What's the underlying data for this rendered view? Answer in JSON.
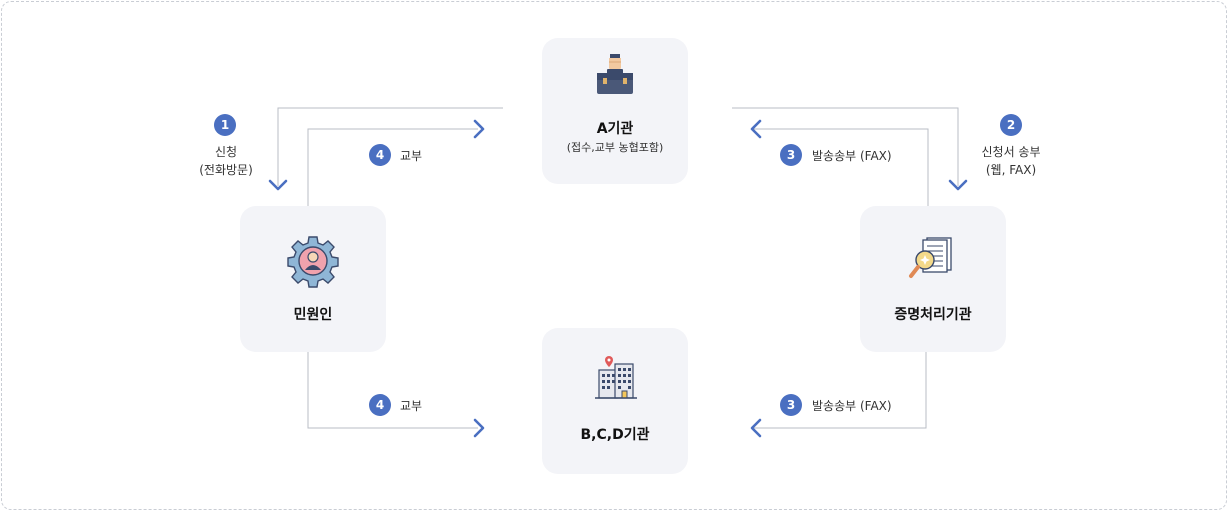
{
  "nodes": {
    "agency_a": {
      "title": "A기관",
      "subtitle": "(접수,교부 농협포함)",
      "icon": "briefcase-icon"
    },
    "civil": {
      "title": "민원인",
      "icon": "gear-person-icon"
    },
    "cert": {
      "title": "증명처리기관",
      "icon": "document-magnifier-icon"
    },
    "bcd": {
      "title": "B,C,D기관",
      "icon": "building-icon"
    }
  },
  "steps": {
    "s1": {
      "num": "1",
      "line1": "신청",
      "line2": "(전화방문)"
    },
    "s2": {
      "num": "2",
      "line1": "신청서 송부",
      "line2": "(웹, FAX)"
    },
    "s3a": {
      "num": "3",
      "label": "발송송부 (FAX)"
    },
    "s3b": {
      "num": "3",
      "label": "발송송부 (FAX)"
    },
    "s4a": {
      "num": "4",
      "label": "교부"
    },
    "s4b": {
      "num": "4",
      "label": "교부"
    }
  },
  "colors": {
    "accent": "#4a6fc1",
    "line": "#b9bdc6",
    "box": "#f3f4f8"
  }
}
